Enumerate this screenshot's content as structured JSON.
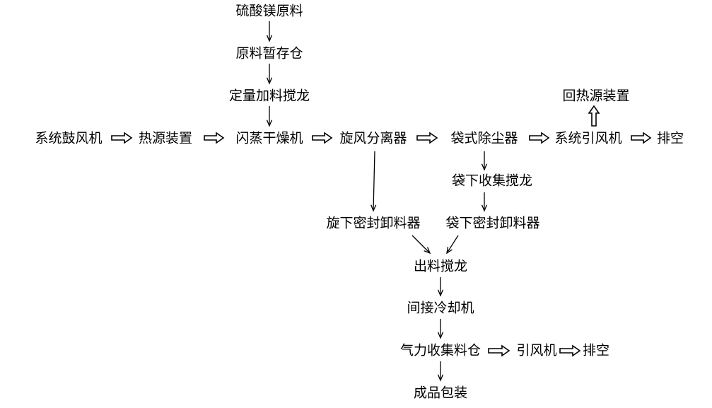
{
  "nodes": {
    "raw_material": "硫酸镁原料",
    "raw_storage": "原料暂存仓",
    "dosing_auger": "定量加料搅龙",
    "system_blower": "系统鼓风机",
    "heat_source": "热源装置",
    "flash_dryer": "闪蒸干燥机",
    "cyclone": "旋风分离器",
    "bag_filter": "袋式除尘器",
    "system_induced_fan": "系统引风机",
    "exhaust_1": "排空",
    "return_heat_source": "回热源装置",
    "bag_collect_auger": "袋下收集搅龙",
    "cyclone_rotary_valve": "旋下密封卸料器",
    "bag_rotary_valve": "袋下密封卸料器",
    "discharge_auger": "出料搅龙",
    "indirect_cooler": "间接冷却机",
    "pneumatic_silo": "气力收集料仓",
    "induced_fan": "引风机",
    "exhaust_2": "排空",
    "product_packing": "成品包装"
  }
}
